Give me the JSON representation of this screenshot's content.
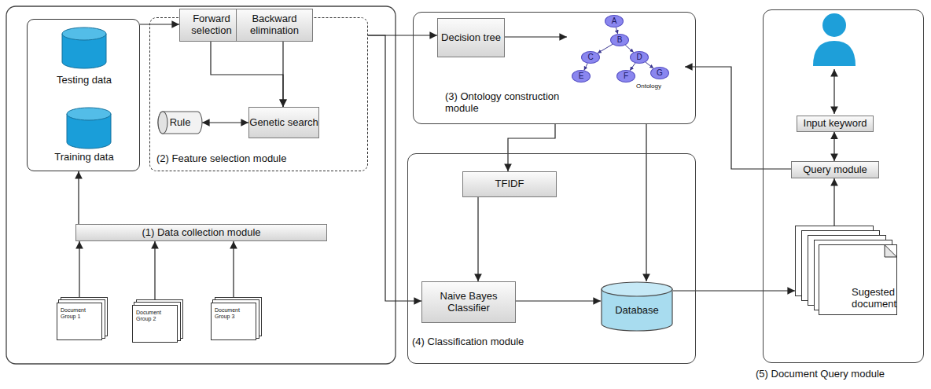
{
  "diagram": {
    "nodes": [
      {
        "text": [
          "Testing data",
          "Training data"
        ]
      },
      {
        "text": [
          "(2) Feature selection module"
        ]
      },
      {
        "text": [
          "Forward selection"
        ],
        "in": 1
      },
      {
        "text": [
          "Backward elimination"
        ],
        "in": 1
      },
      {
        "text": [
          "Rule"
        ],
        "in": 1
      },
      {
        "text": [
          "Genetic search"
        ],
        "in": 1
      },
      {
        "text": [
          "(1) Data collection module"
        ]
      },
      {
        "text": [
          "Document Group 1"
        ]
      },
      {
        "text": [
          "Document Group 2"
        ]
      },
      {
        "text": [
          "Document Group 3"
        ]
      },
      {
        "text": [
          "(3) Ontology construction module"
        ]
      },
      {
        "text": [
          "Decision tree"
        ],
        "in": 10
      },
      {
        "text": [
          "Ontology"
        ],
        "in": 10
      },
      {
        "text": [
          "A"
        ],
        "in": 12
      },
      {
        "text": [
          "B"
        ],
        "in": 12
      },
      {
        "text": [
          "C"
        ],
        "in": 12
      },
      {
        "text": [
          "D"
        ],
        "in": 12
      },
      {
        "text": [
          "E"
        ],
        "in": 12
      },
      {
        "text": [
          "F"
        ],
        "in": 12
      },
      {
        "text": [
          "G"
        ],
        "in": 12
      },
      {
        "text": [
          "(4) Classification module"
        ]
      },
      {
        "text": [
          "TFIDF"
        ],
        "in": 20
      },
      {
        "text": [
          "Naive Bayes Classifier"
        ],
        "in": 20
      },
      {
        "text": [
          "Database"
        ],
        "in": 20
      },
      {
        "text": [
          "(5) Document Query module"
        ]
      },
      {
        "text": [
          "Input keyword"
        ],
        "in": 24
      },
      {
        "text": [
          "Query module"
        ],
        "in": 24
      },
      {
        "text": [
          "Sugested document"
        ],
        "in": 24
      }
    ],
    "edges": [
      {
        "from": 6,
        "to": 0,
        "arrow": "to"
      },
      {
        "from": 7,
        "to": 6,
        "arrow": "to"
      },
      {
        "from": 8,
        "to": 6,
        "arrow": "to"
      },
      {
        "from": 9,
        "to": 6,
        "arrow": "to"
      },
      {
        "from": 0,
        "to": 2,
        "arrow": "to"
      },
      {
        "from": 2,
        "to": 5,
        "arrow": "to"
      },
      {
        "from": 3,
        "to": 5,
        "arrow": "to"
      },
      {
        "from": 4,
        "to": 5,
        "arrow": "both"
      },
      {
        "from": 1,
        "to": 11,
        "arrow": "to"
      },
      {
        "from": 1,
        "to": 22,
        "arrow": "to"
      },
      {
        "from": 11,
        "to": 12,
        "arrow": "to"
      },
      {
        "from": 13,
        "to": 14,
        "arrow": "to"
      },
      {
        "from": 14,
        "to": 15,
        "arrow": "to"
      },
      {
        "from": 14,
        "to": 16,
        "arrow": "to"
      },
      {
        "from": 15,
        "to": 17,
        "arrow": "to"
      },
      {
        "from": 16,
        "to": 18,
        "arrow": "to"
      },
      {
        "from": 16,
        "to": 19,
        "arrow": "to"
      },
      {
        "from": 10,
        "to": 21,
        "arrow": "to"
      },
      {
        "from": 10,
        "to": 23,
        "arrow": "to"
      },
      {
        "from": 21,
        "to": 22,
        "arrow": "to"
      },
      {
        "from": 22,
        "to": 23,
        "arrow": "to"
      },
      {
        "from": 23,
        "to": 27,
        "arrow": "to"
      },
      {
        "from": 27,
        "to": 26,
        "arrow": "to"
      },
      {
        "from": 26,
        "to": 25,
        "arrow": "both"
      },
      {
        "from": 26,
        "to": 12,
        "arrow": "to"
      }
    ]
  }
}
